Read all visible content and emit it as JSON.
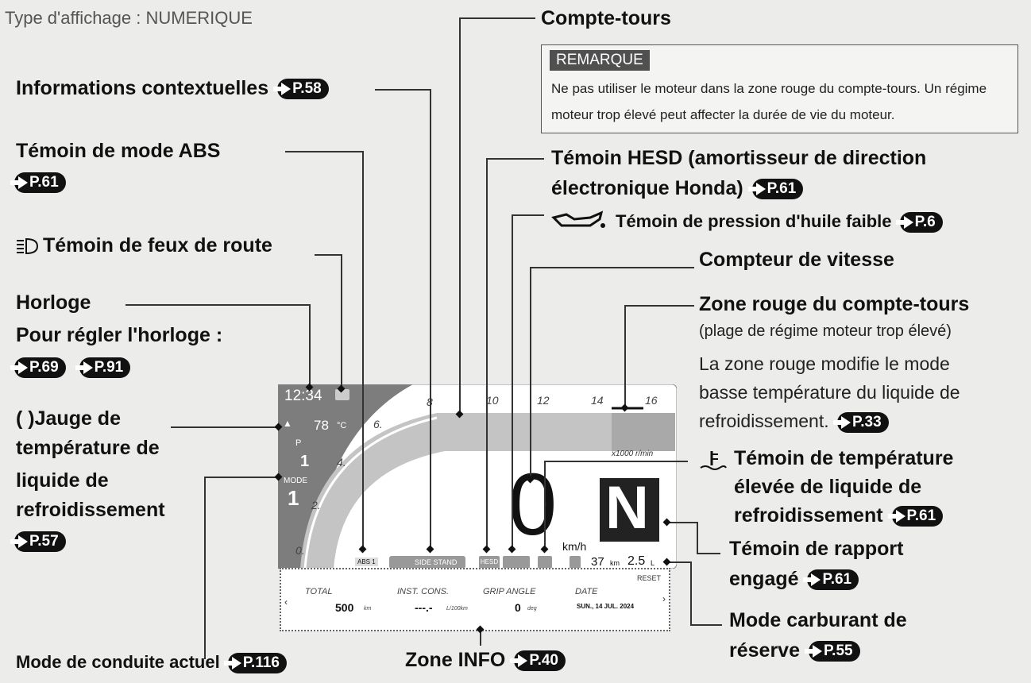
{
  "header": {
    "display_type": "Type d'affichage : NUMERIQUE"
  },
  "labels": {
    "compte_tours": "Compte-tours",
    "info_ctx": "Informations contextuelles",
    "info_ctx_ref": "P.58",
    "abs": "Témoin de mode ABS",
    "abs_ref": "P.61",
    "hesd1": "Témoin HESD (amortisseur de direction",
    "hesd2": "électronique Honda)",
    "hesd_ref": "P.61",
    "huile": "Témoin de pression d'huile faible",
    "huile_ref": "P.6",
    "feux": "Témoin de feux de route",
    "vitesse": "Compteur de vitesse",
    "horloge": "Horloge",
    "regler": "Pour régler l'horloge :",
    "regler_ref1": "P.69",
    "regler_ref2": "P.91",
    "zone_rouge": "Zone rouge du compte-tours",
    "zone_rouge_sub": "(plage de régime moteur trop élevé)",
    "zone_rouge_t1": "La zone rouge modifie le mode",
    "zone_rouge_t2": "basse température du liquide de",
    "zone_rouge_t3": "refroidissement.",
    "zone_rouge_ref": "P.33",
    "jauge_prefix": "( )",
    "jauge1": "Jauge de",
    "jauge2": "température de",
    "jauge3": "liquide de",
    "jauge4": "refroidissement",
    "jauge_ref": "P.57",
    "temp1": "Témoin de température",
    "temp2": "élevée de liquide de",
    "temp3": "refroidissement",
    "temp_ref": "P.61",
    "rapport1": "Témoin de rapport",
    "rapport2": "engagé",
    "rapport_ref": "P.61",
    "carb1": "Mode carburant de",
    "carb2": "réserve",
    "carb_ref": "P.55",
    "mode": "Mode de conduite actuel",
    "mode_ref": "P.116",
    "info": "Zone INFO",
    "info_ref": "P.40"
  },
  "note": {
    "title": "REMARQUE",
    "text": "Ne pas utiliser le moteur dans la zone rouge du compte-tours. Un régime moteur trop élevé peut affecter la durée de vie du moteur."
  },
  "dashboard": {
    "clock": "12:34",
    "temp": "78",
    "temp_unit": "°C",
    "p_label": "P",
    "p_value": "1",
    "mode_label": "MODE",
    "mode_value": "1",
    "rpm_ticks": [
      "0.",
      "2.",
      "4.",
      "6.",
      "8",
      "10",
      "12",
      "14",
      "16"
    ],
    "rpm_unit": "x1000 r/min",
    "speed": "0",
    "speed_unit": "km/h",
    "gear": "N",
    "abs_badge": "ABS 1",
    "side_stand": "SIDE STAND",
    "hesd_badge": "HESD",
    "odo_km": "37",
    "odo_unit": "km",
    "fuel": "2.5",
    "fuel_unit": "L",
    "reset": "RESET",
    "info_items": [
      {
        "label": "TOTAL",
        "value": "500",
        "unit": "km"
      },
      {
        "label": "INST. CONS.",
        "value": "---.-",
        "unit": "L/100km"
      },
      {
        "label": "GRIP ANGLE",
        "value": "0",
        "unit": "deg"
      },
      {
        "label": "DATE",
        "value": "SUN., 14 JUL. 2024",
        "unit": ""
      }
    ]
  }
}
